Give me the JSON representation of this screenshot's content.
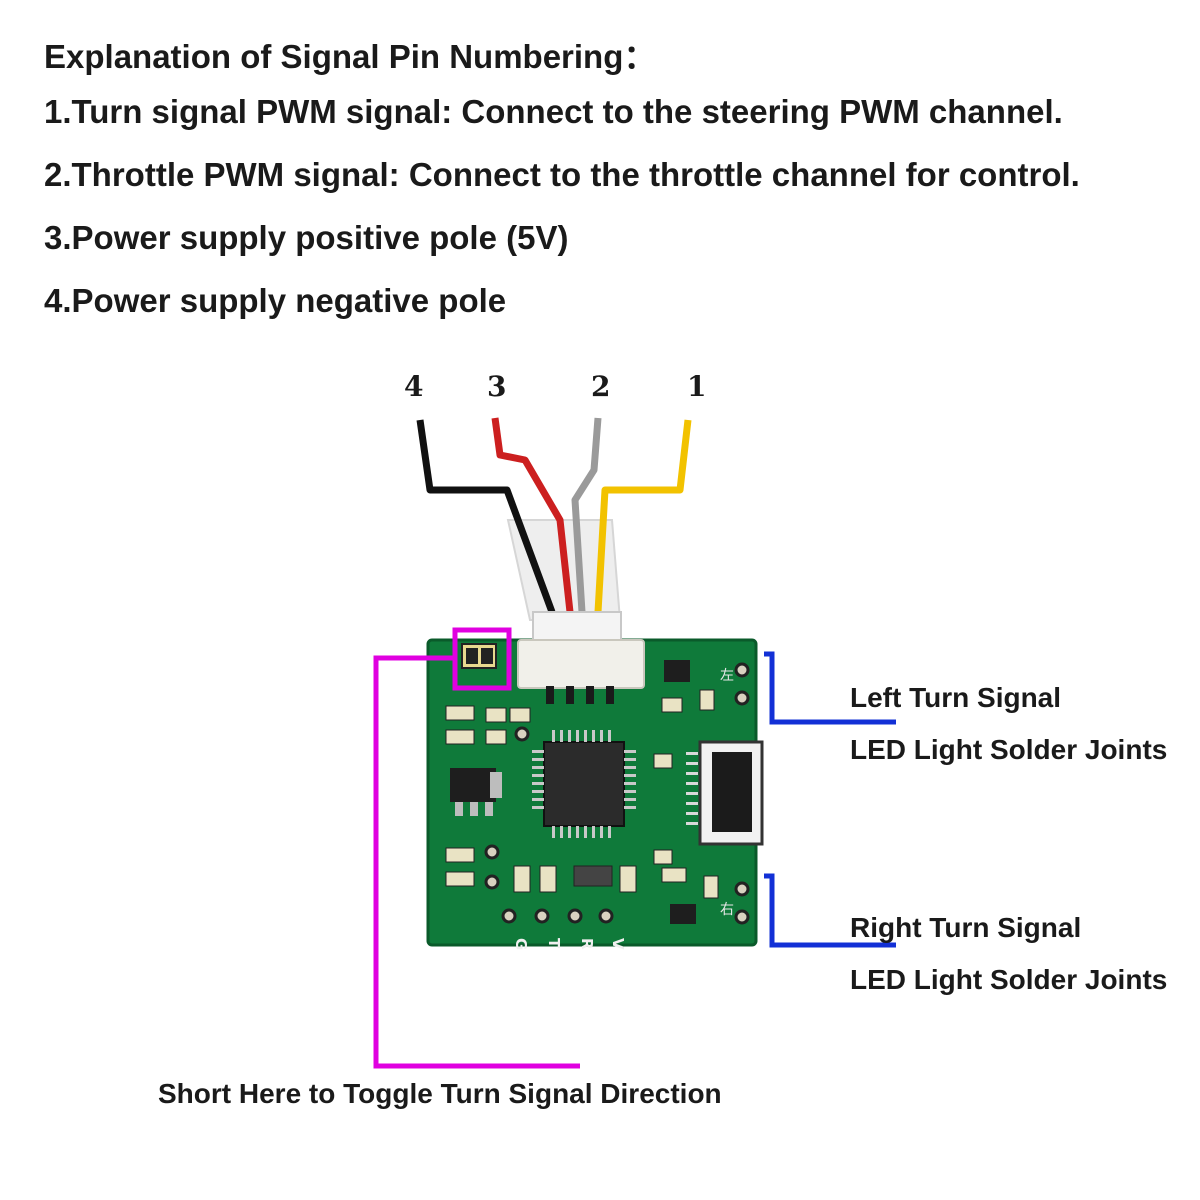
{
  "explanation": {
    "title": "Explanation of Signal Pin Numbering：",
    "items": [
      "1.Turn signal PWM signal: Connect to the steering PWM channel.",
      "2.Throttle PWM signal: Connect to the throttle channel for control.",
      "3.Power supply positive pole (5V)",
      "4.Power supply negative pole"
    ]
  },
  "pins": [
    "4",
    "3",
    "2",
    "1"
  ],
  "wire_colors": {
    "pin4": "#111111",
    "pin3": "#cc1f1f",
    "pin2": "#9a9a9a",
    "pin1": "#f2c200"
  },
  "callouts": {
    "left_turn": [
      "Left Turn Signal",
      "LED Light Solder Joints"
    ],
    "right_turn": [
      "Right Turn Signal",
      "LED Light Solder Joints"
    ],
    "short_toggle": "Short Here to Toggle Turn Signal Direction"
  },
  "board_pads": [
    "G",
    "T",
    "R",
    "V"
  ],
  "side_marks": {
    "left": "左",
    "right": "右"
  },
  "colors": {
    "pcb": "#0f7a3a",
    "callout_blue": "#1230d6",
    "callout_magenta": "#e000e0"
  }
}
